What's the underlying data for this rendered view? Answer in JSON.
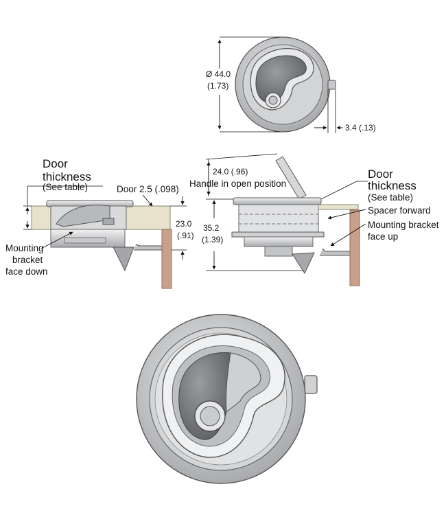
{
  "top_view": {
    "diameter_mm": "Ø 44.0",
    "diameter_in": "(1.73)",
    "offset": "3.4 (.13)"
  },
  "left_side": {
    "door_thickness_line1": "Door",
    "door_thickness_line2": "thickness",
    "see_table": "(See table)",
    "door_dim": "Door 2.5 (.098)",
    "height_mm": "23.0",
    "height_in": "(.91)",
    "bracket_line1": "Mounting",
    "bracket_line2": "bracket",
    "bracket_line3": "face down"
  },
  "right_side": {
    "handle_dim": "24.0 (.96)",
    "handle_note": "Handle in open position",
    "height_mm": "35.2",
    "height_in": "(1.39)",
    "door_thickness_line1": "Door",
    "door_thickness_line2": "thickness",
    "see_table": "(See table)",
    "spacer": "Spacer forward",
    "bracket_line1": "Mounting bracket",
    "bracket_line2": "face up"
  },
  "colors": {
    "door": "#e6e2cc",
    "bracket": "#c9a08a",
    "metal_light": "#e2e3e5",
    "metal_mid": "#b9bbbe",
    "metal_dark": "#8e9094"
  }
}
